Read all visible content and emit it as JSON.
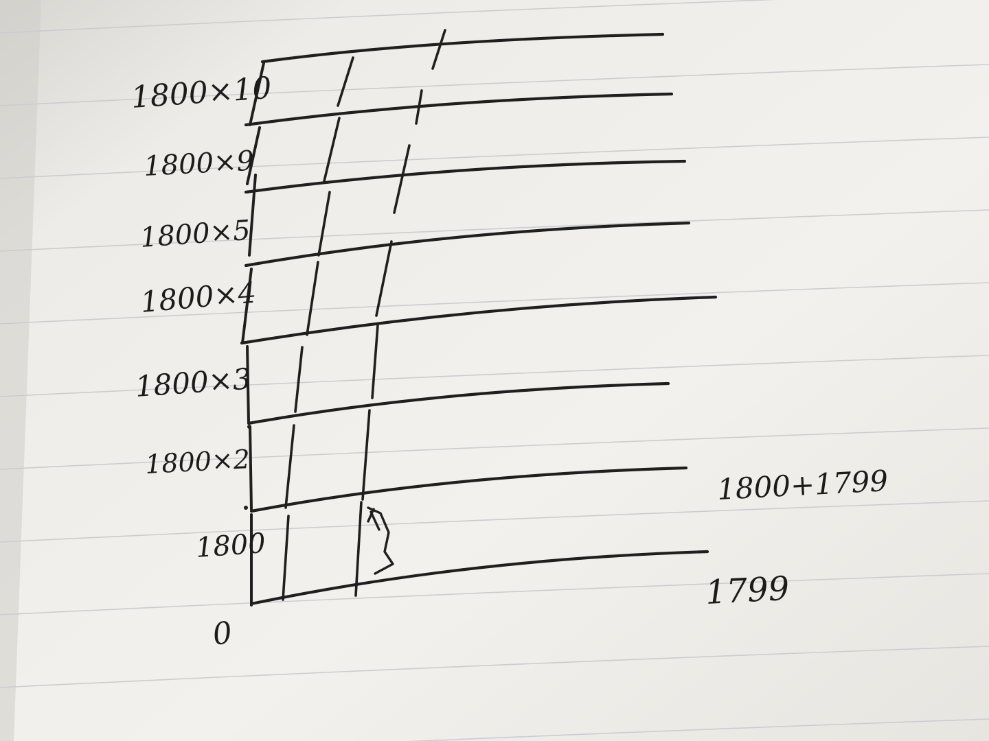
{
  "diagram": {
    "row_labels": [
      "1800×10",
      "1800×9",
      "1800×5",
      "1800×4",
      "1800×3",
      "1800×2",
      "1800"
    ],
    "origin_label": "0",
    "right_labels": [
      "1800+1799",
      "1799"
    ]
  },
  "colors": {
    "paper": "#f1efeb",
    "paper_shadow": "#dcdad5",
    "ink": "#1f1f1f",
    "rule_line": "#c9ccd3"
  }
}
